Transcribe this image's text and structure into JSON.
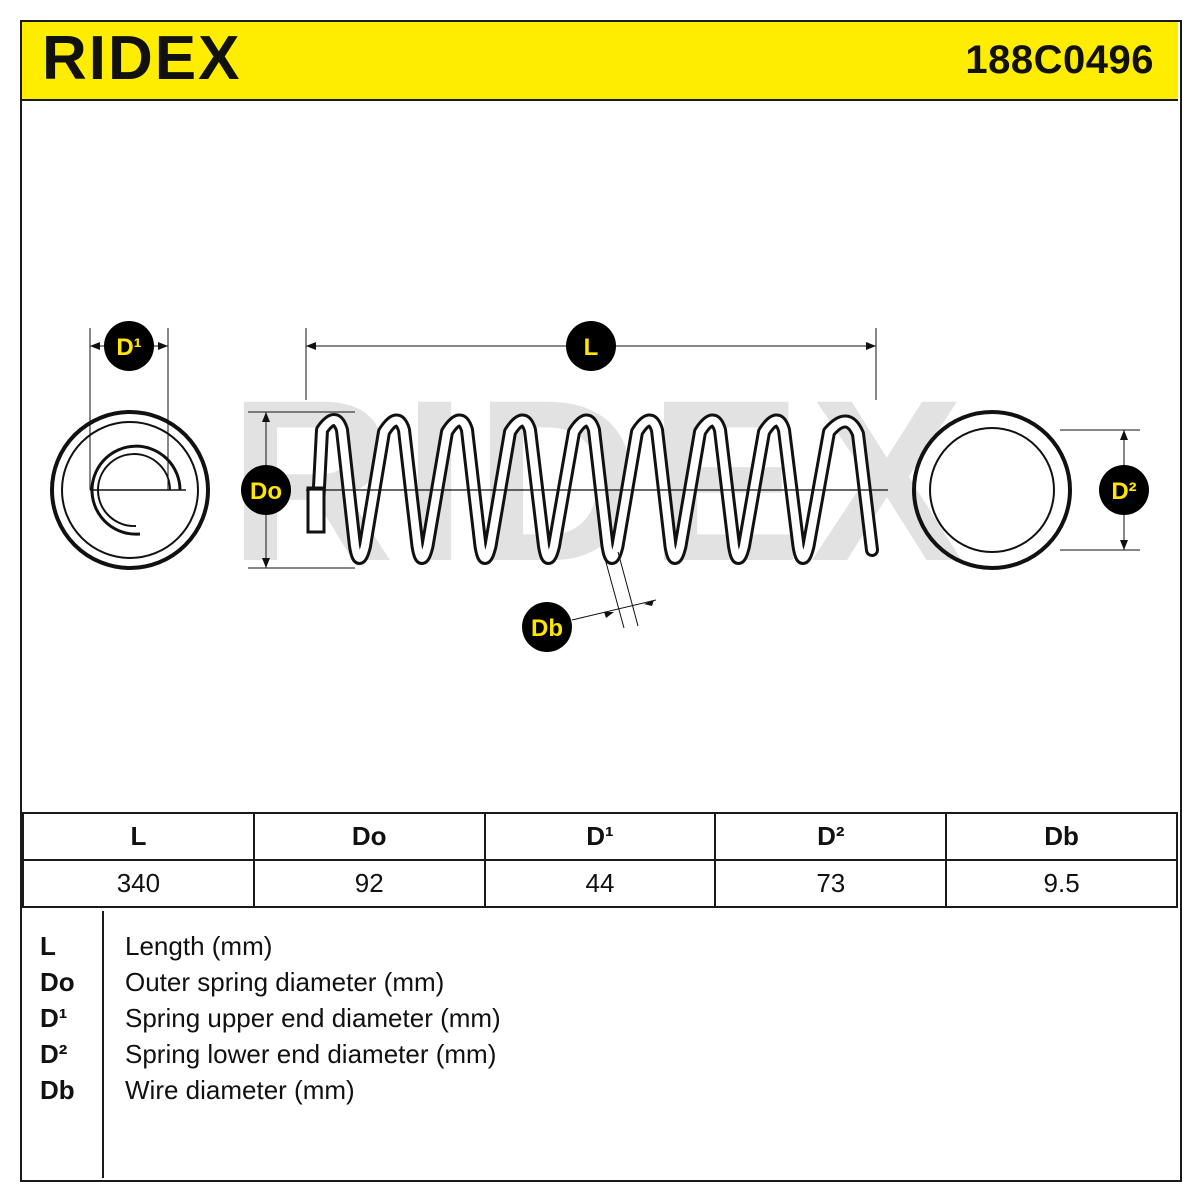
{
  "header": {
    "brand": "RIDEX",
    "part_number": "188C0496",
    "accent_color": "#ffed00"
  },
  "diagram": {
    "labels": {
      "D1": "D¹",
      "L": "L",
      "Do": "Do",
      "D2": "D²",
      "Db": "Db"
    },
    "watermark": "RIDEX",
    "badge_color": "#000000",
    "badge_text_color": "#ffe600"
  },
  "table": {
    "headers": [
      "L",
      "Do",
      "D¹",
      "D²",
      "Db"
    ],
    "values": [
      "340",
      "92",
      "44",
      "73",
      "9.5"
    ]
  },
  "legend": {
    "items": [
      {
        "key": "L",
        "desc": "Length (mm)"
      },
      {
        "key": "Do",
        "desc": "Outer spring diameter (mm)"
      },
      {
        "key": "D¹",
        "desc": "Spring upper end diameter (mm)"
      },
      {
        "key": "D²",
        "desc": "Spring lower end diameter (mm)"
      },
      {
        "key": "Db",
        "desc": "Wire diameter (mm)"
      }
    ]
  }
}
